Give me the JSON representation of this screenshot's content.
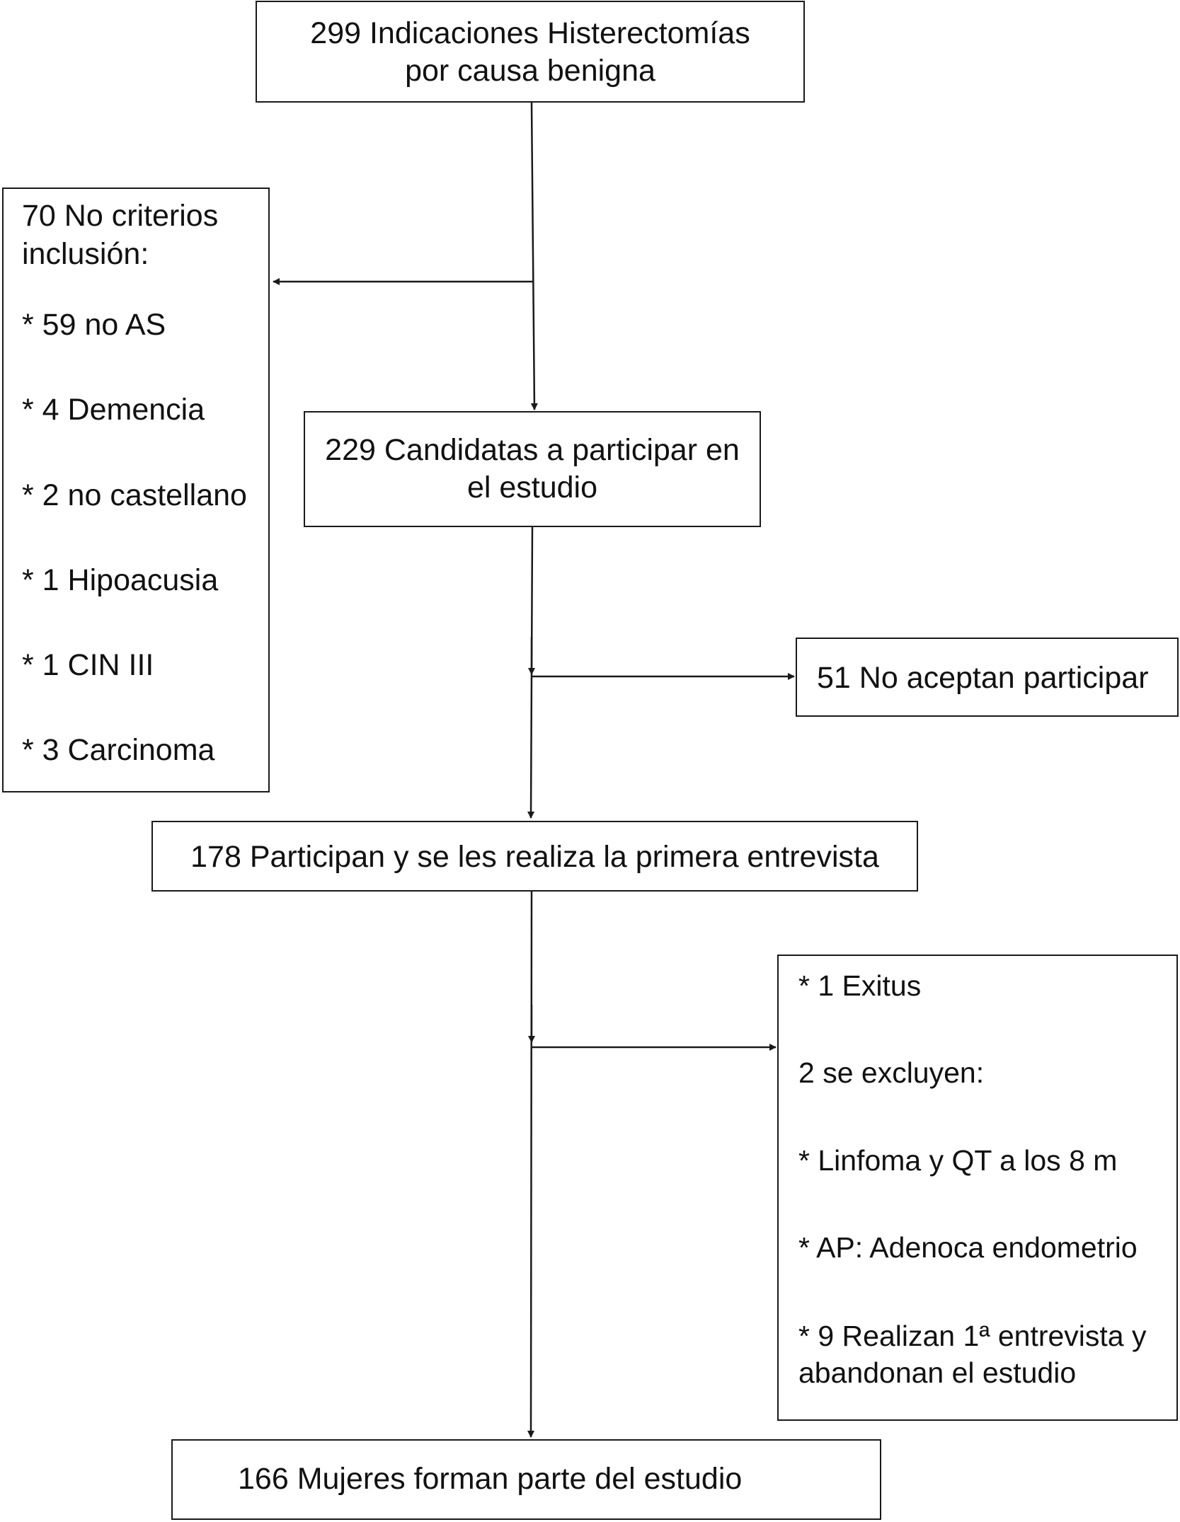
{
  "flowchart": {
    "nodes": {
      "indicaciones": {
        "lines": [
          "299 Indicaciones Histerectomías",
          "por causa benigna"
        ]
      },
      "no_criterios": {
        "title_lines": [
          "70 No criterios",
          "inclusión:"
        ],
        "items": [
          "* 59 no AS",
          "* 4 Demencia",
          "* 2 no castellano",
          "* 1 Hipoacusia",
          "* 1 CIN III",
          "* 3 Carcinoma"
        ]
      },
      "candidatas": {
        "lines": [
          "229 Candidatas a participar en",
          "el estudio"
        ]
      },
      "no_aceptan": {
        "lines": [
          "51 No aceptan participar"
        ]
      },
      "participan": {
        "lines": [
          "178 Participan y se les realiza la primera entrevista"
        ]
      },
      "exclusiones": {
        "items": [
          "* 1 Exitus",
          "2 se excluyen:",
          "* Linfoma y QT a los 8 m",
          "* AP: Adenoca endometrio"
        ],
        "last_lines": [
          "* 9 Realizan 1ª entrevista y",
          "abandonan el estudio"
        ]
      },
      "final": {
        "lines": [
          "166 Mujeres forman parte del estudio"
        ]
      }
    },
    "edges": [
      {
        "from": "indicaciones",
        "to": "candidatas"
      },
      {
        "from": "indicaciones",
        "to": "no_criterios"
      },
      {
        "from": "candidatas",
        "to": "participan"
      },
      {
        "from": "candidatas",
        "to": "no_aceptan"
      },
      {
        "from": "participan",
        "to": "final"
      },
      {
        "from": "participan",
        "to": "exclusiones"
      }
    ],
    "colors": {
      "stroke": "#1a1a1a",
      "text": "#111111",
      "background": "#ffffff"
    }
  }
}
